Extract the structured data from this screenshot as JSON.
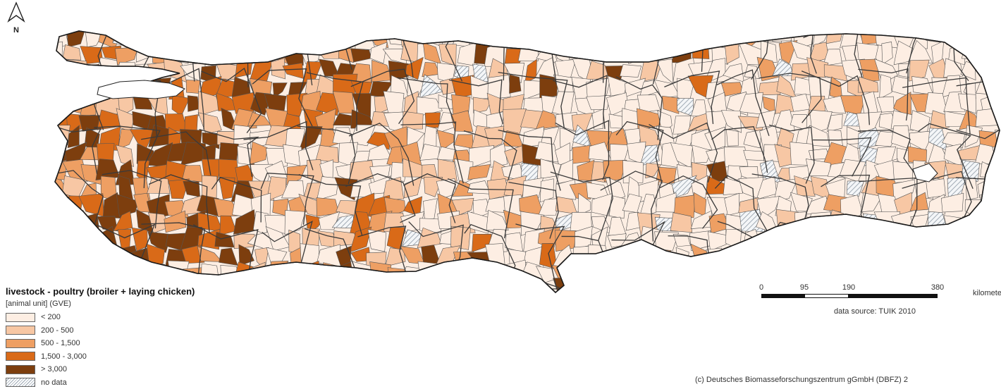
{
  "map": {
    "north_label": "N",
    "colors": {
      "lt200": "#fdeee3",
      "r200_500": "#f7c7a4",
      "r500_1500": "#ee9f63",
      "r1500_3000": "#d96a18",
      "gt3000": "#7d3e0e",
      "nodata": "#c8d0d8",
      "boundary": "#3a3a3a"
    }
  },
  "legend": {
    "title": "livestock - poultry (broiler + laying chicken)",
    "unit": "[animal unit] (GVE)",
    "items": [
      {
        "label": "< 200",
        "color": "#fdeee3"
      },
      {
        "label": "200 - 500",
        "color": "#f7c7a4"
      },
      {
        "label": "500 - 1,500",
        "color": "#ee9f63"
      },
      {
        "label": "1,500 - 3,000",
        "color": "#d96a18"
      },
      {
        "label": "> 3,000",
        "color": "#7d3e0e"
      },
      {
        "label": "no data",
        "color": "hatch"
      }
    ]
  },
  "scale": {
    "ticks": [
      "0",
      "95",
      "190",
      "380"
    ],
    "units": "kilometers"
  },
  "source": "data source: TUIK 2010",
  "copyright": "(c) Deutsches Biomasseforschungszentrum gGmbH (DBFZ) 2"
}
